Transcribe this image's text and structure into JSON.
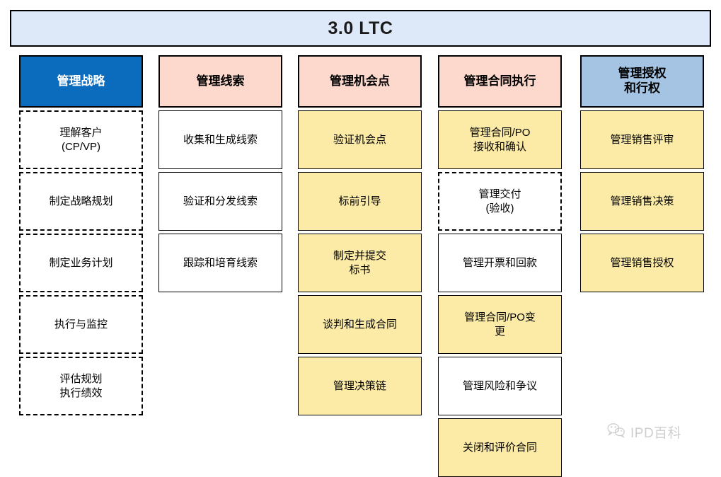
{
  "title": {
    "text": "3.0 LTC"
  },
  "columns": [
    {
      "key": "manage-strategy",
      "header": "管理战略",
      "header_style": "hdr-blue",
      "cells": [
        {
          "text": "理解客户\n(CP/VP)",
          "style": "cell-dashed"
        },
        {
          "text": "制定战略规划",
          "style": "cell-dashed"
        },
        {
          "text": "制定业务计划",
          "style": "cell-dashed"
        },
        {
          "text": "执行与监控",
          "style": "cell-dashed"
        },
        {
          "text": "评估规划\n执行绩效",
          "style": "cell-dashed"
        }
      ]
    },
    {
      "key": "manage-leads",
      "header": "管理线索",
      "header_style": "hdr-peach",
      "cells": [
        {
          "text": "收集和生成线索",
          "style": "cell-white"
        },
        {
          "text": "验证和分发线索",
          "style": "cell-white"
        },
        {
          "text": "跟踪和培育线索",
          "style": "cell-white"
        }
      ]
    },
    {
      "key": "manage-opportunities",
      "header": "管理机会点",
      "header_style": "hdr-peach",
      "cells": [
        {
          "text": "验证机会点",
          "style": "cell-yellow"
        },
        {
          "text": "标前引导",
          "style": "cell-yellow"
        },
        {
          "text": "制定并提交\n标书",
          "style": "cell-yellow"
        },
        {
          "text": "谈判和生成合同",
          "style": "cell-yellow"
        },
        {
          "text": "管理决策链",
          "style": "cell-yellow"
        }
      ]
    },
    {
      "key": "manage-contract-execution",
      "header": "管理合同执行",
      "header_style": "hdr-peach",
      "cells": [
        {
          "text": "管理合同/PO\n接收和确认",
          "style": "cell-yellow"
        },
        {
          "text": "管理交付\n(验收)",
          "style": "cell-dashed"
        },
        {
          "text": "管理开票和回款",
          "style": "cell-white"
        },
        {
          "text": "管理合同/PO变\n更",
          "style": "cell-yellow"
        },
        {
          "text": "管理风险和争议",
          "style": "cell-white"
        },
        {
          "text": "关闭和评价合同",
          "style": "cell-yellow"
        }
      ]
    },
    {
      "key": "manage-authorization",
      "header": "管理授权\n和行权",
      "header_style": "hdr-steel",
      "cells": [
        {
          "text": "管理销售评审",
          "style": "cell-yellow"
        },
        {
          "text": "管理销售决策",
          "style": "cell-yellow"
        },
        {
          "text": "管理销售授权",
          "style": "cell-yellow"
        }
      ]
    }
  ],
  "watermark": {
    "icon": "wechat-icon",
    "label": "IPD百科"
  },
  "colors": {
    "title_bg": "#dde8f8",
    "header_blue": "#0b6cbd",
    "header_peach": "#fcd9cc",
    "header_steel": "#a5c4e3",
    "cell_yellow": "#fceba6",
    "cell_white": "#ffffff",
    "border": "#000000"
  }
}
